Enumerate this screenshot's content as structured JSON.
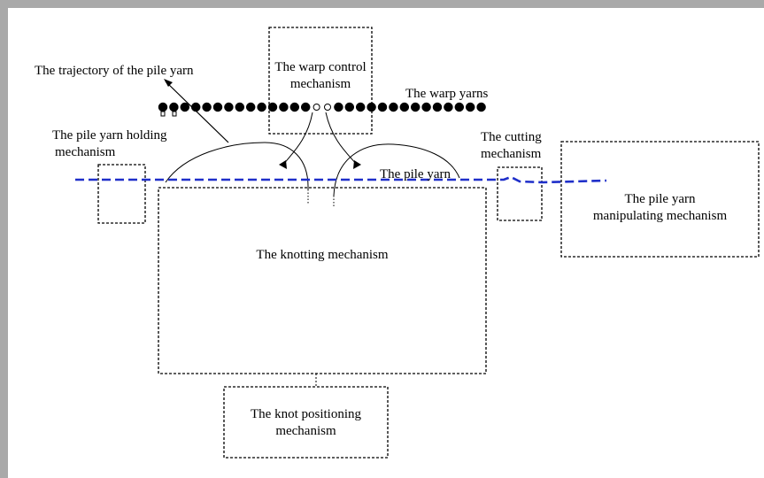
{
  "labels": {
    "trajectory": "The trajectory of  the pile yarn",
    "warp_control_l1": "The warp  control",
    "warp_control_l2": "mechanism",
    "warp_yarns": "The warp  yarns",
    "holding_l1": "The pile yarn  holding",
    "holding_l2": "mechanism",
    "cutting_l1": "The cutting",
    "cutting_l2": "mechanism",
    "pile_yarn": "The pile yarn",
    "manip_l1": "The pile yarn",
    "manip_l2": "manipulating mechanism",
    "knotting": "The knotting  mechanism",
    "knot_pos_l1": "The knot positioning",
    "knot_pos_l2": "mechanism"
  },
  "colors": {
    "background_frame": "#a9a9a9",
    "canvas": "#ffffff",
    "pile_yarn_line": "#1f2fc9",
    "ink": "#000000"
  }
}
